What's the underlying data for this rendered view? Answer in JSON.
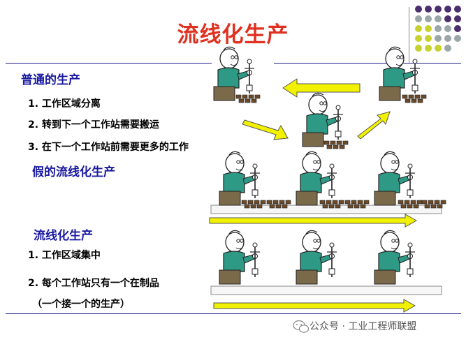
{
  "slide": {
    "title": "流线化生产",
    "sections": [
      {
        "heading": "普通的生产",
        "items": [
          "1. 工作区域分离",
          "2. 转到下一个工作站需要搬运",
          "3. 在下一个工作站前需要更多的工作"
        ]
      },
      {
        "heading": "假的流线化生产",
        "items": []
      },
      {
        "heading": "流线化生产",
        "items": [
          "1. 工作区域集中",
          "2. 每个工作站只有一个在制品",
          "（一个接一个的生产）"
        ]
      }
    ],
    "watermark": "公众号 · 工业工程师联盟",
    "watermark_icon": "wechat-icon"
  },
  "colors": {
    "title": "#e03020",
    "heading": "#1a1aa0",
    "arrow_fill": "#f2f200",
    "arrow_stroke": "#555555",
    "worker_shirt": "#2e9a86",
    "dot_purple": "#4b2e6e",
    "dot_gray": "#9aa6a8",
    "dot_yellow": "#c8d22e"
  }
}
